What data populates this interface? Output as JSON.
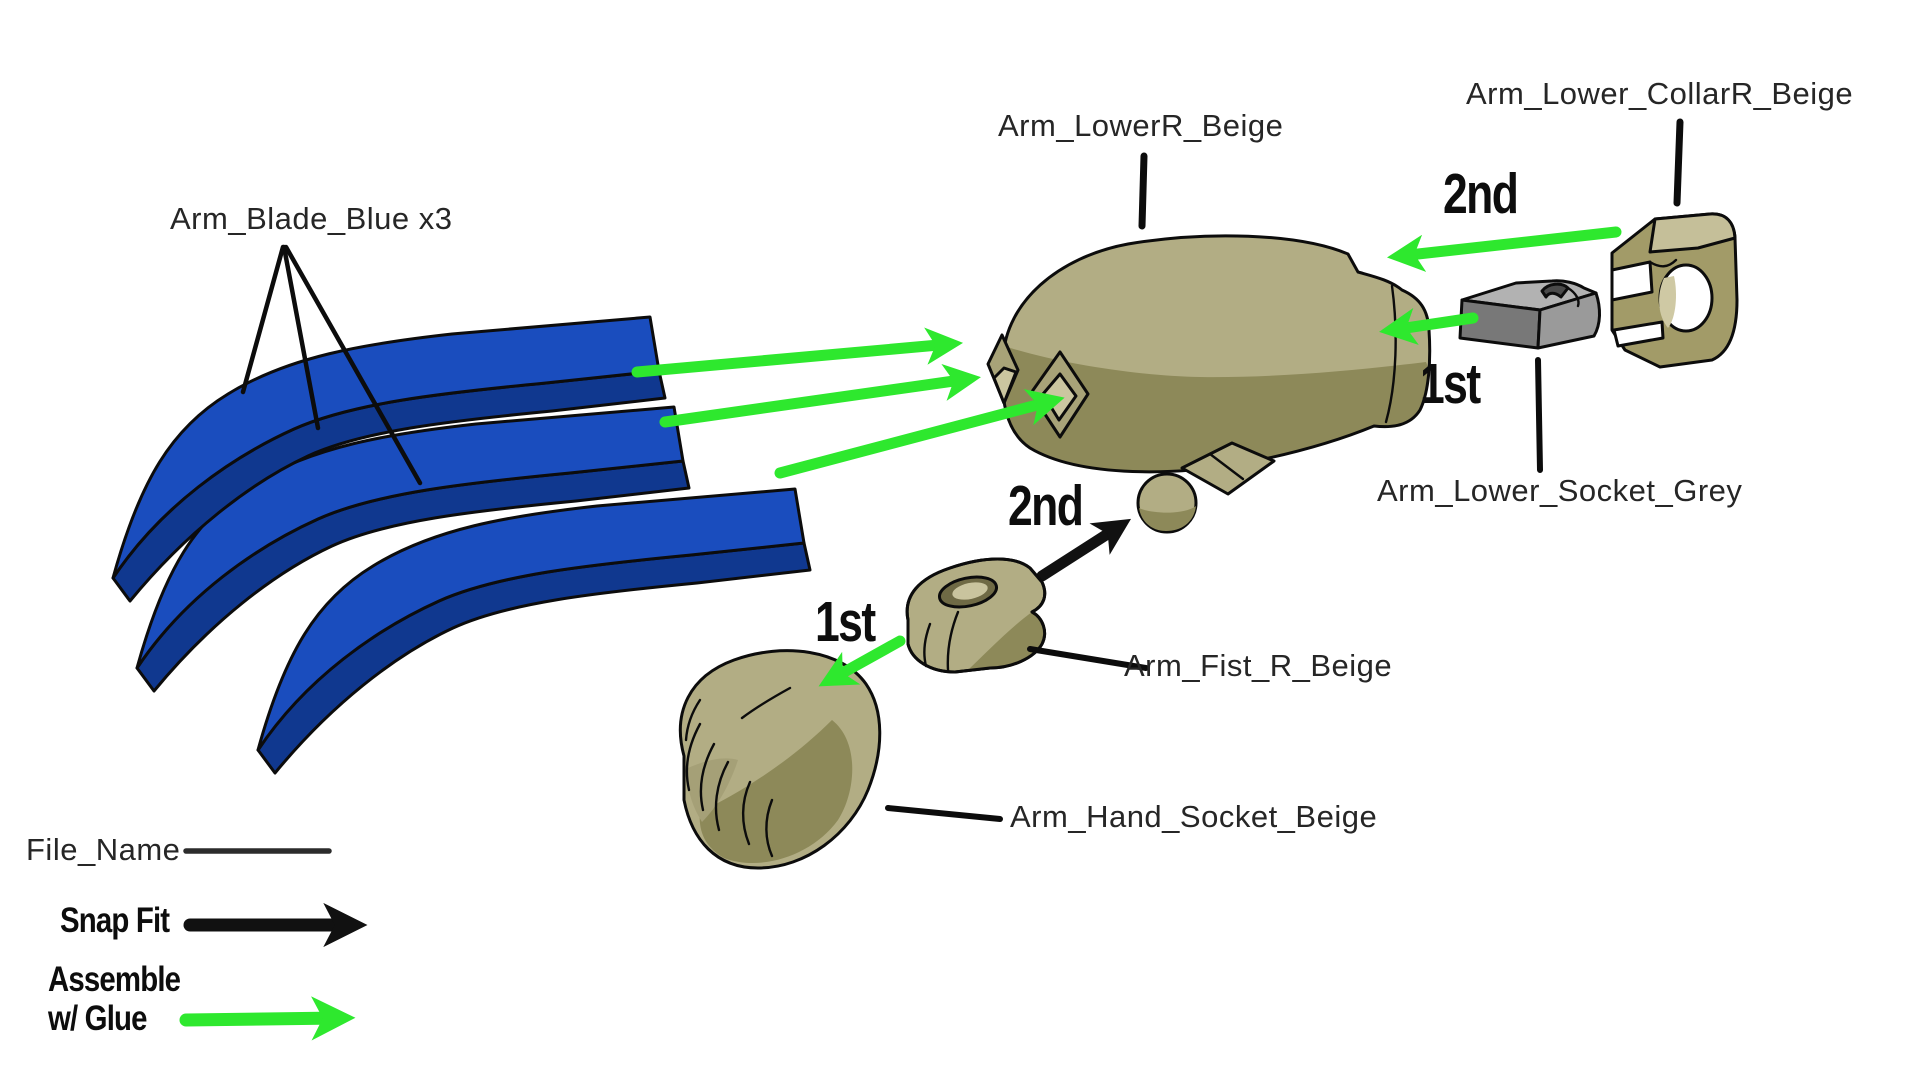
{
  "diagram": {
    "type": "3d-print-assembly-instructions",
    "parts": {
      "blade": {
        "label": "Arm_Blade_Blue x3"
      },
      "lower_arm": {
        "label": "Arm_LowerR_Beige"
      },
      "collar": {
        "label": "Arm_Lower_CollarR_Beige"
      },
      "lower_socket": {
        "label": "Arm_Lower_Socket_Grey"
      },
      "fist": {
        "label": "Arm_Fist_R_Beige"
      },
      "hand_socket": {
        "label": "Arm_Hand_Socket_Beige"
      }
    },
    "order_markers": {
      "collar_step": "2nd",
      "lower_socket_step": "1st",
      "fist_ball_step": "2nd",
      "hand_step": "1st"
    },
    "legend": {
      "file_name": "File_Name",
      "snap_fit": "Snap Fit",
      "glue_line1": "Assemble",
      "glue_line2": "w/ Glue"
    },
    "colors": {
      "background": "#ffffff",
      "glue_arrow_green": "#2ee82e",
      "snap_arrow_black": "#111111",
      "blade_blue": "#1a4dbe",
      "blade_blue_dark": "#10388f",
      "beige_light": "#b2ad84",
      "beige_dark": "#8d8959",
      "beige_recess": "#cbc6a0",
      "grey_top": "#b2b2b2",
      "grey_front": "#787878",
      "grey_side": "#9a9a9a"
    }
  }
}
